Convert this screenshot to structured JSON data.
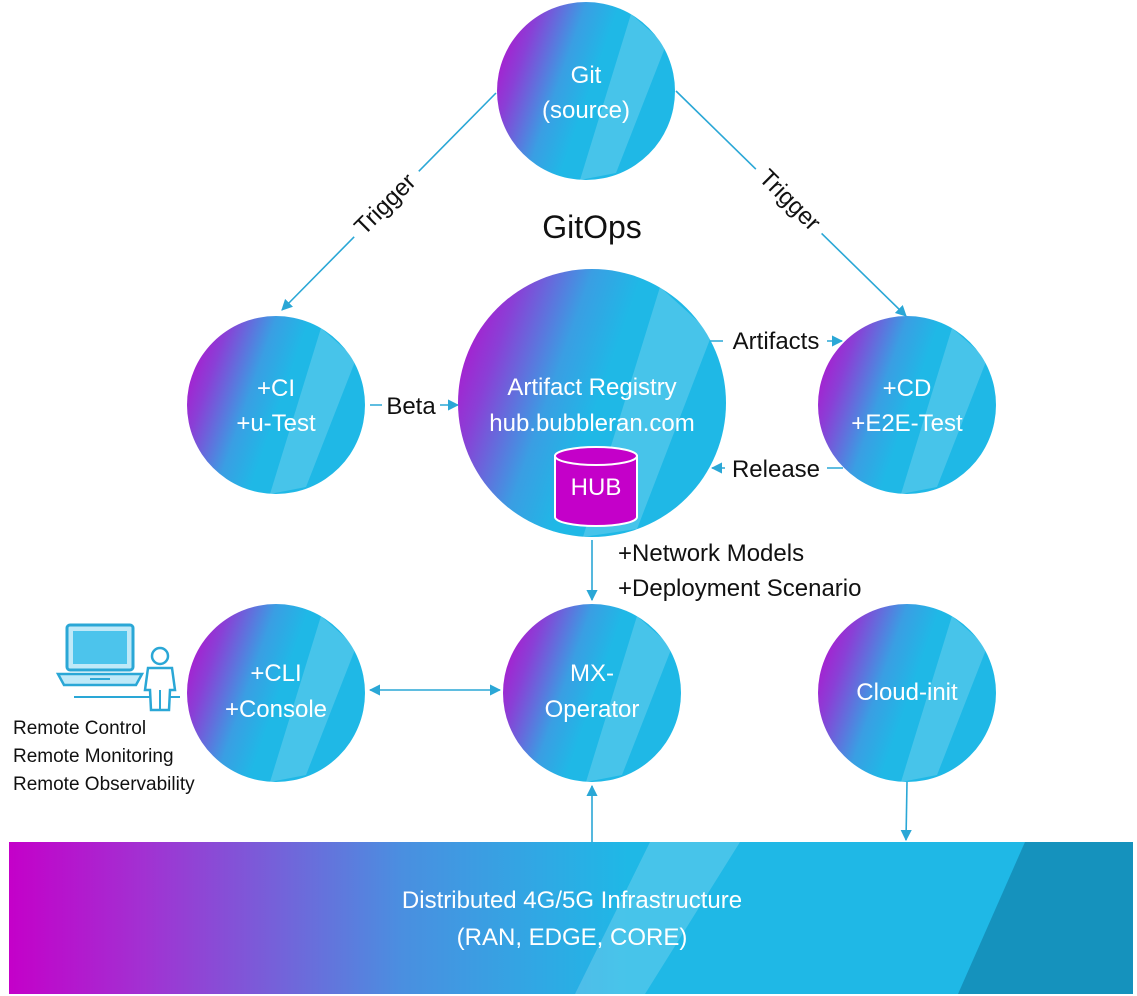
{
  "colors": {
    "purple": "#c400c9",
    "blue": "#1fb8e6",
    "dark_blue": "#1592bd",
    "line": "#2aa7d6",
    "white": "#ffffff",
    "text": "#111111"
  },
  "title": "GitOps",
  "nodes": {
    "git": {
      "line1": "Git",
      "line2": "(source)"
    },
    "ci": {
      "line1": "+CI",
      "line2": "+u-Test"
    },
    "registry": {
      "line1": "Artifact Registry",
      "line2": "hub.bubbleran.com",
      "hub_label": "HUB"
    },
    "cd": {
      "line1": "+CD",
      "line2": "+E2E-Test"
    },
    "cli": {
      "line1": "+CLI",
      "line2": "+Console"
    },
    "operator": {
      "line1": "MX-",
      "line2": "Operator"
    },
    "cloudinit": {
      "line1": "Cloud-init"
    }
  },
  "edge_labels": {
    "trigger_left": "Trigger",
    "trigger_right": "Trigger",
    "beta": "Beta",
    "artifacts": "Artifacts",
    "release": "Release",
    "models": "+Network Models",
    "scenario": "+Deployment Scenario"
  },
  "remote": [
    "Remote Control",
    "Remote Monitoring",
    "Remote Observability"
  ],
  "infrastructure": {
    "line1": "Distributed 4G/5G Infrastructure",
    "line2": "(RAN, EDGE, CORE)"
  },
  "icons": [
    "laptop-icon",
    "person-icon",
    "database-icon"
  ]
}
